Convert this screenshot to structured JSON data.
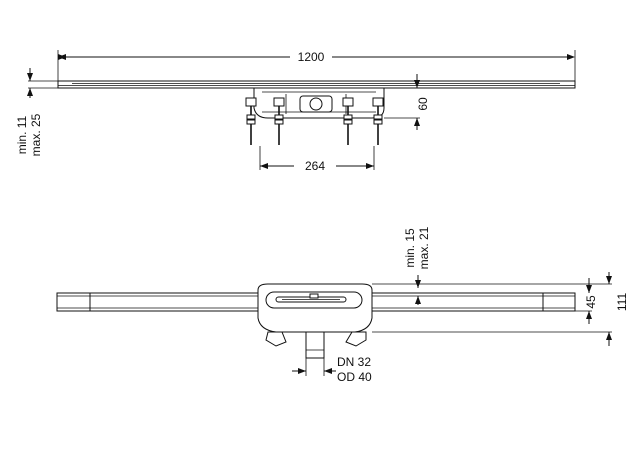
{
  "top_view": {
    "width_label": "1200",
    "height_label": "60",
    "bracket_label": "264",
    "adjust_min": "min. 11",
    "adjust_max": "max. 25"
  },
  "side_view": {
    "gap_min": "min. 15",
    "gap_max": "max. 21",
    "body_height": "45",
    "total_height": "111",
    "pipe_dn": "DN 32",
    "pipe_od": "OD 40"
  }
}
